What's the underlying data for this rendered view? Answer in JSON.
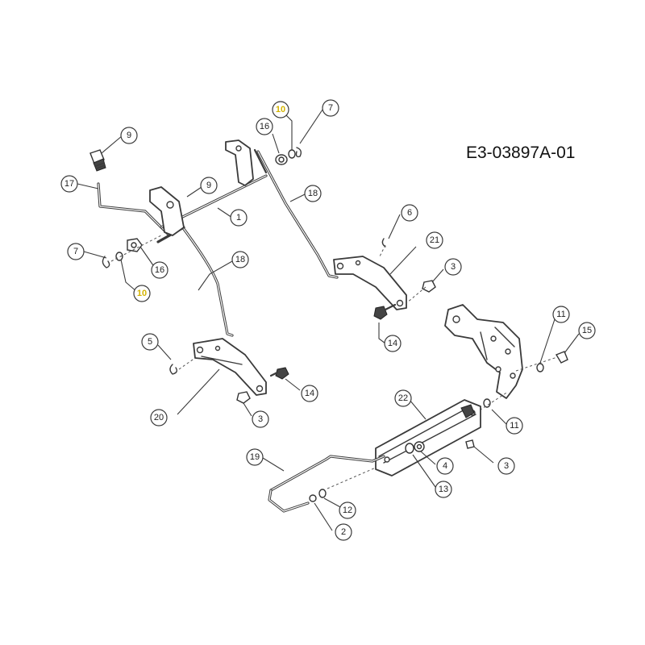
{
  "drawing_number": "E3-03897A-01",
  "highlight_color": "#d4b400",
  "callouts": [
    {
      "label": "9"
    },
    {
      "label": "17"
    },
    {
      "label": "9"
    },
    {
      "label": "1"
    },
    {
      "label": "7"
    },
    {
      "label": "16"
    },
    {
      "label": "10",
      "highlight": true
    },
    {
      "label": "18"
    },
    {
      "label": "16"
    },
    {
      "label": "10",
      "highlight": true
    },
    {
      "label": "7"
    },
    {
      "label": "18"
    },
    {
      "label": "6"
    },
    {
      "label": "21"
    },
    {
      "label": "3"
    },
    {
      "label": "14"
    },
    {
      "label": "5"
    },
    {
      "label": "20"
    },
    {
      "label": "14"
    },
    {
      "label": "3"
    },
    {
      "label": "11"
    },
    {
      "label": "15"
    },
    {
      "label": "11"
    },
    {
      "label": "22"
    },
    {
      "label": "3"
    },
    {
      "label": "4"
    },
    {
      "label": "13"
    },
    {
      "label": "19"
    },
    {
      "label": "12"
    },
    {
      "label": "2"
    }
  ]
}
